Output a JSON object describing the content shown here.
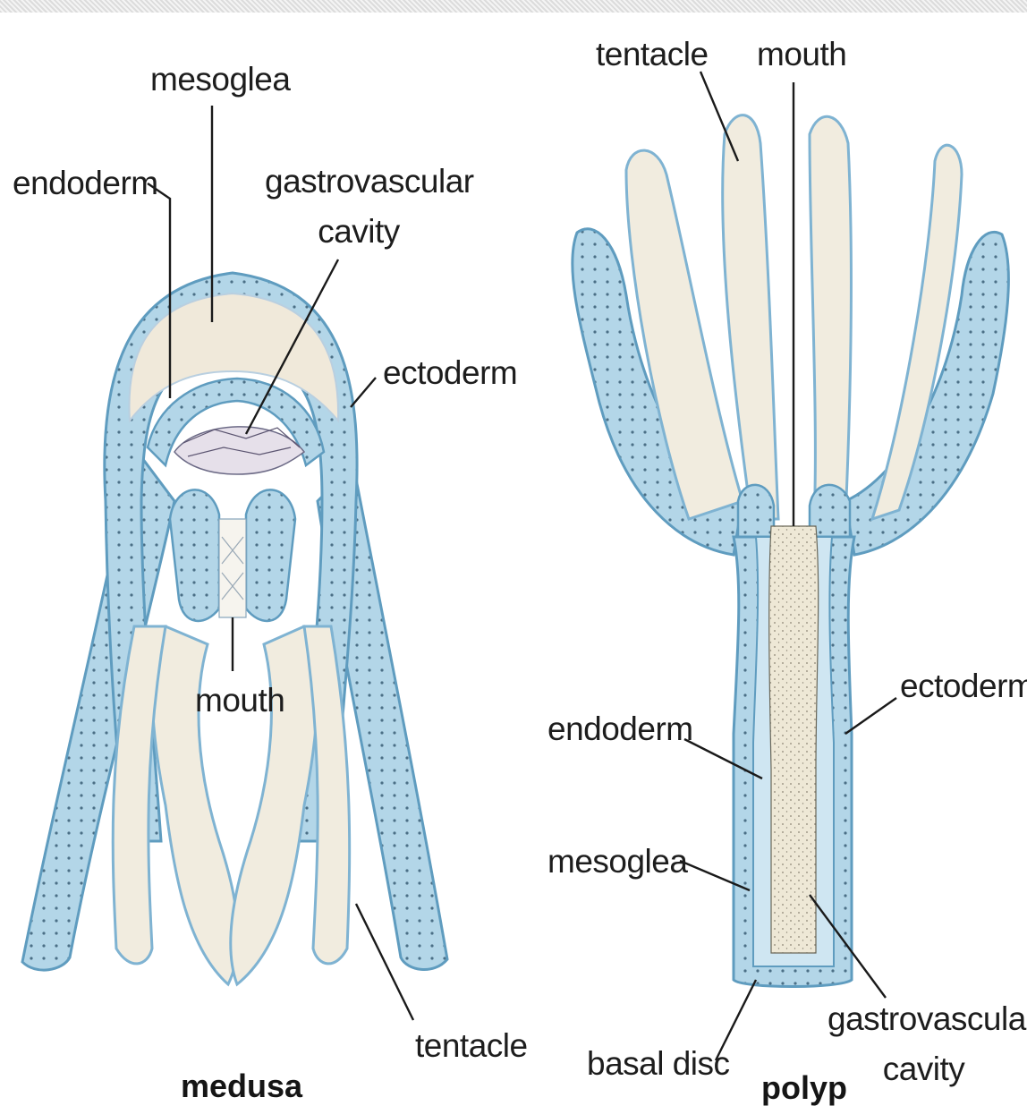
{
  "medusa": {
    "caption": "medusa",
    "labels": {
      "mesoglea": "mesoglea",
      "endoderm": "endoderm",
      "gastrovascular_1": "gastrovascular",
      "gastrovascular_2": "cavity",
      "ectoderm": "ectoderm",
      "mouth": "mouth",
      "tentacle": "tentacle"
    }
  },
  "polyp": {
    "caption": "polyp",
    "labels": {
      "tentacle": "tentacle",
      "mouth": "mouth",
      "ectoderm": "ectoderm",
      "endoderm": "endoderm",
      "mesoglea": "mesoglea",
      "basal_disc": "basal disc",
      "gastrovascular_1": "gastrovascular",
      "gastrovascular_2": "cavity"
    }
  },
  "colors": {
    "cell_layer": "#b3d6e8",
    "outline": "#5f9cbf",
    "mesoglea": "#f0e9da",
    "leader": "#1a1a1a"
  }
}
